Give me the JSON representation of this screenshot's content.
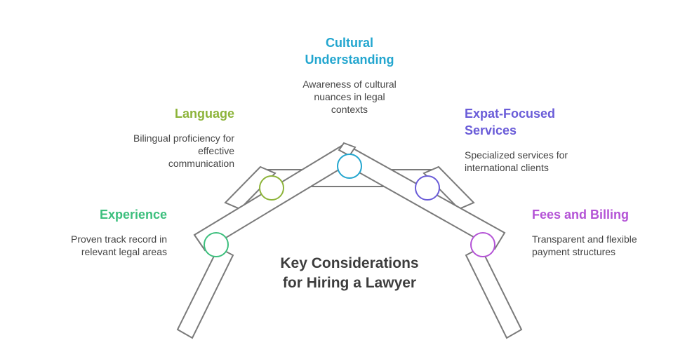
{
  "title_line1": "Key Considerations",
  "title_line2": "for Hiring a Lawyer",
  "items": [
    {
      "id": "experience",
      "title_lines": [
        "Experience"
      ],
      "desc_lines": [
        "Proven track record in",
        "relevant legal areas"
      ],
      "color": "#3cbf7d"
    },
    {
      "id": "language",
      "title_lines": [
        "Language"
      ],
      "desc_lines": [
        "Bilingual proficiency for",
        "effective",
        "communication"
      ],
      "color": "#8db43a"
    },
    {
      "id": "cultural-understanding",
      "title_lines": [
        "Cultural",
        "Understanding"
      ],
      "desc_lines": [
        "Awareness of cultural",
        "nuances in legal",
        "contexts"
      ],
      "color": "#23a6cf"
    },
    {
      "id": "expat-focused-services",
      "title_lines": [
        "Expat-Focused",
        "Services"
      ],
      "desc_lines": [
        "Specialized services for",
        "international clients"
      ],
      "color": "#6a5cd8"
    },
    {
      "id": "fees-and-billing",
      "title_lines": [
        "Fees and Billing"
      ],
      "desc_lines": [
        "Transparent and flexible",
        "payment structures"
      ],
      "color": "#b453d6"
    }
  ],
  "stroke_color": "#7a7a7a"
}
